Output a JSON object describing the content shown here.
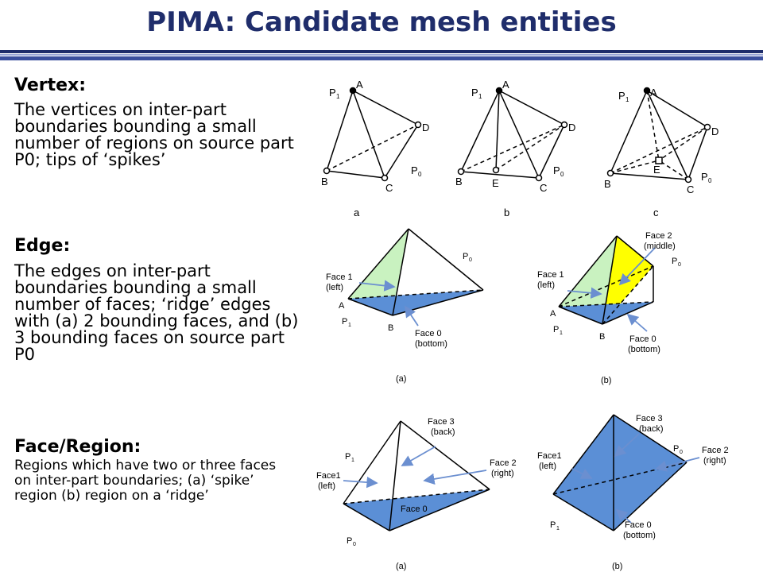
{
  "title": "PIMA: Candidate mesh entities",
  "sections": {
    "vertex": {
      "heading": "Vertex:",
      "text": "The vertices on inter-part boundaries bounding a small number of regions on source part P0; tips of ‘spikes’"
    },
    "edge": {
      "heading": "Edge:",
      "text": "The edges on inter-part boundaries bounding a small number of faces; ‘ridge’ edges with (a) 2 bounding faces, and (b) 3 bounding faces on source part P0"
    },
    "face": {
      "heading": "Face/Region:",
      "text": "Regions which have two or three faces on inter-part boundaries; (a) ‘spike’ region (b) region on a ‘ridge’"
    }
  },
  "figures": {
    "row1": {
      "labels": {
        "P1": "P",
        "sub1": "1",
        "A": "A",
        "B": "B",
        "C": "C",
        "D": "D",
        "E": "E",
        "P0": "P",
        "sub0": "0"
      },
      "captions": [
        "a",
        "b",
        "c"
      ]
    },
    "row2": {
      "face1": "Face 1",
      "left": "(left)",
      "face2": "Face 2",
      "middle": "(middle)",
      "face0": "Face 0",
      "bottom": "(bottom)",
      "A": "A",
      "B": "B",
      "captions": [
        "(a)",
        "(b)"
      ]
    },
    "row3": {
      "face3": "Face 3",
      "back": "(back)",
      "face2": "Face 2",
      "right": "(right)",
      "face1a": "Face1",
      "left": "(left)",
      "face0": "Face 0",
      "bottom": "(bottom)",
      "captions": [
        "(a)",
        "(b)"
      ]
    }
  },
  "colors": {
    "title": "#1f2d6b",
    "rule_dark": "#1f2d6b",
    "rule_blue": "#4a5fb0",
    "face_green": "#c9f2c0",
    "face_blue": "#5b8fd6",
    "face_yellow": "#ffff00",
    "arrow": "#6b8fd0"
  }
}
